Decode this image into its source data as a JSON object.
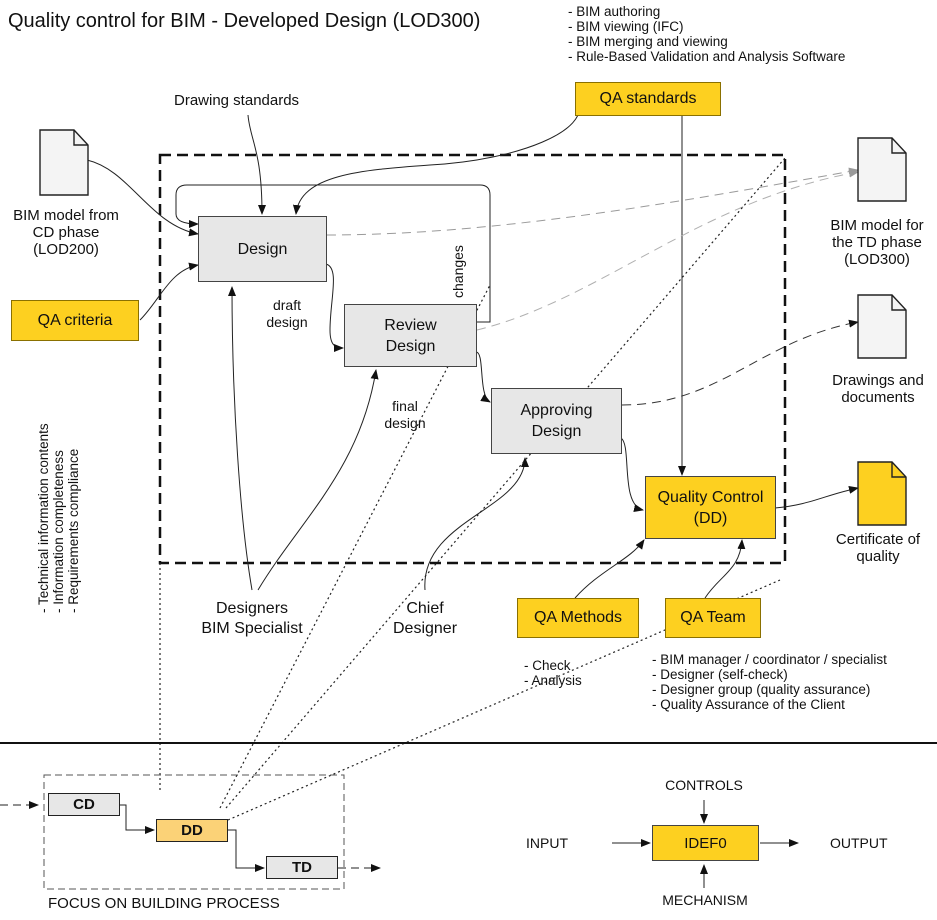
{
  "title": "Quality control for BIM - Developed Design (LOD300)",
  "software_list": [
    "- BIM authoring",
    "- BIM viewing (IFC)",
    "- BIM merging and viewing",
    "- Rule-Based Validation and Analysis Software"
  ],
  "inputs": {
    "drawing_standards": "Drawing standards",
    "bim_model_cd": [
      "BIM model from",
      "CD phase",
      "(LOD200)"
    ],
    "qa_criteria": "QA criteria",
    "qa_standards": "QA standards",
    "criteria_list": [
      "- Technical information contents",
      "- Information completeness",
      "- Requirements compliance"
    ]
  },
  "activities": {
    "design": "Design",
    "review": [
      "Review",
      "Design"
    ],
    "approving": [
      "Approving",
      "Design"
    ],
    "quality_control": [
      "Quality Control",
      "(DD)"
    ]
  },
  "flow_labels": {
    "draft_design": [
      "draft",
      "design"
    ],
    "final_design": [
      "final",
      "design"
    ],
    "changes": "changes"
  },
  "outputs": {
    "bim_model_td": [
      "BIM model for",
      "the TD phase",
      "(LOD300)"
    ],
    "drawings": [
      "Drawings and",
      "documents"
    ],
    "certificate": [
      "Certificate of",
      "quality"
    ]
  },
  "mechanisms": {
    "designers": [
      "Designers",
      "BIM Specialist"
    ],
    "chief": [
      "Chief",
      "Designer"
    ],
    "qa_methods": "QA Methods",
    "qa_team": "QA Team",
    "methods_list": [
      "- Check",
      "- Analysis"
    ],
    "team_list": [
      "- BIM manager / coordinator / specialist",
      "- Designer (self-check)",
      "- Designer group (quality assurance)",
      "- Quality Assurance of the Client"
    ]
  },
  "process": {
    "cd": "CD",
    "dd": "DD",
    "td": "TD",
    "caption": "FOCUS ON BUILDING PROCESS"
  },
  "legend": {
    "controls": "CONTROLS",
    "input": "INPUT",
    "idef0": "IDEF0",
    "output": "OUTPUT",
    "mechanism": "MECHANISM"
  },
  "colors": {
    "accent_yellow": "#fdd020",
    "activity_grey": "#e7e7e7",
    "output_line_grey": "#a0a0a0"
  }
}
